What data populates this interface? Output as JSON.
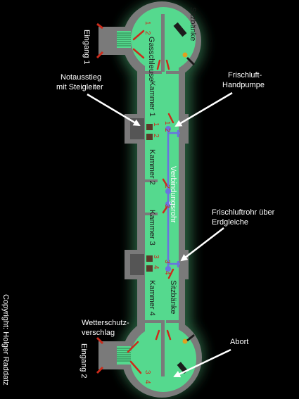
{
  "labels": {
    "sitzbaenke_top": "Sitzbänke",
    "eingang_1": "Eingang 1",
    "gasschleuse": "Gasschleuse",
    "notausstieg_line1": "Notausstieg",
    "notausstieg_line2": "mit Steigleiter",
    "frischluft_line1": "Frischluft-",
    "frischluft_line2": "Handpumpe",
    "kammer_1": "Kammer 1",
    "kammer_2": "Kammer 2",
    "kammer_3": "Kammer 3",
    "kammer_4": "Kammer 4",
    "verbindungsrohr": "Verbindungsrohr",
    "frischluftrohr_line1": "Frischluftrohr über",
    "frischluftrohr_line2": "Erdgleiche",
    "sitzbaenke_bottom": "Sitzbänke",
    "copyright": "Copyright: Holger Raddatz",
    "wetterschutz_line1": "Wetterschutz-",
    "wetterschutz_line2": "verschlag",
    "eingang_2": "Eingang 2",
    "abort": "Abort"
  },
  "door_numbers": {
    "top_1": "1",
    "top_2": "2",
    "k1_1": "1",
    "k1_2": "2",
    "k1_r1": "1",
    "k1_r2": "2",
    "k2_r2": "2",
    "k2_r3": "3",
    "k3_3": "3",
    "k3_4": "4",
    "k3_r3": "3",
    "k3_r4": "4",
    "bot_3": "3",
    "bot_4": "4"
  },
  "colors": {
    "background": "#000000",
    "wall": "#7a7a7a",
    "floor": "#55d98e",
    "glow": "#2d6e4a",
    "pipe": "#6a72e0",
    "door": "#cc2b1b",
    "text": "#ffffff"
  }
}
